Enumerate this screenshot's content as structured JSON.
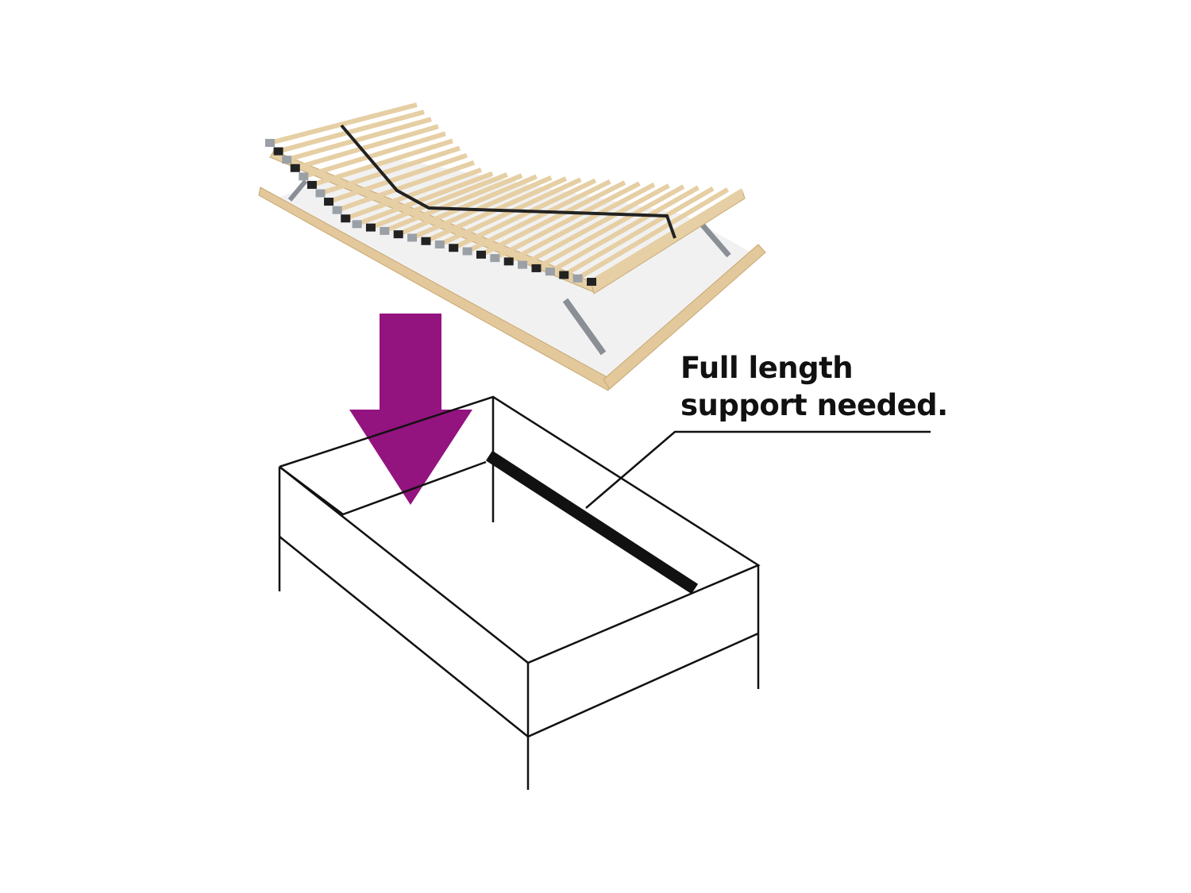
{
  "caption": {
    "line1": "Full length",
    "line2": "support needed."
  },
  "colors": {
    "arrow": "#93137f",
    "wood": "#e6cfa4",
    "wood_edge": "#c9a873",
    "line": "#111111",
    "support_bar": "#111111"
  },
  "slat_count": 28
}
